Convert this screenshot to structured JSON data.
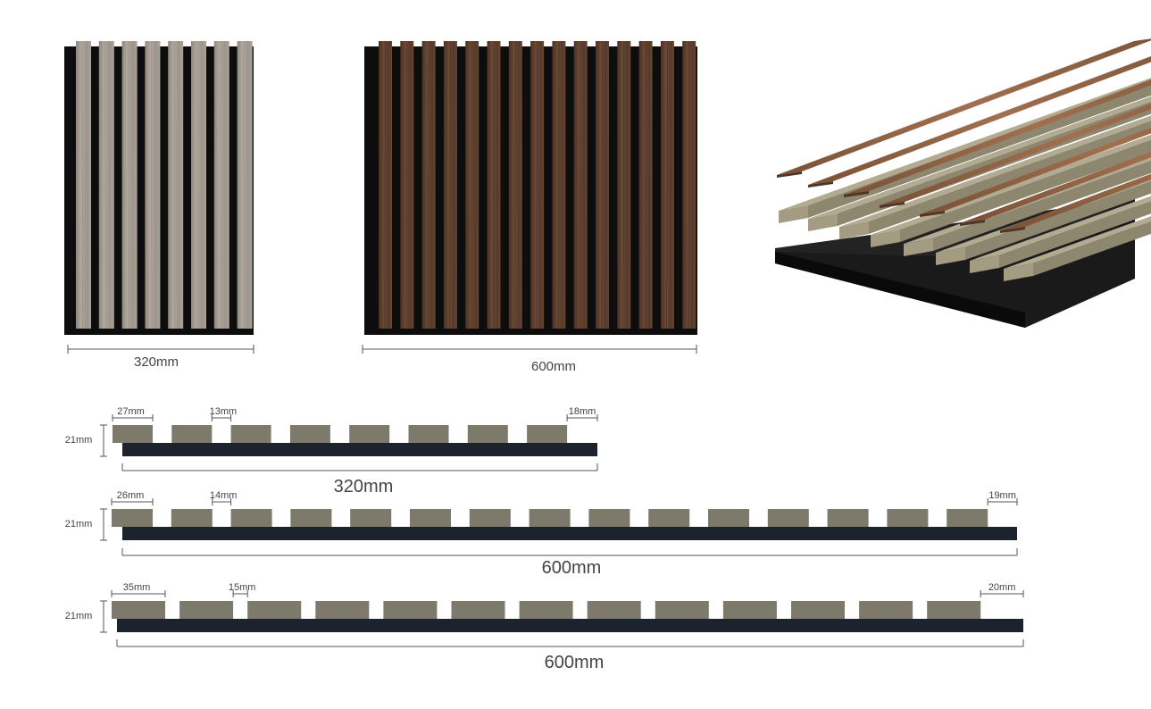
{
  "panel_grey": {
    "width_label": "320mm",
    "slat_count": 8
  },
  "panel_walnut": {
    "width_label": "600mm",
    "slat_count": 15
  },
  "profiles": [
    {
      "thickness_label": "21mm",
      "slat_width_label": "27mm",
      "gap_label": "13mm",
      "edge_label": "18mm",
      "total_label": "320mm",
      "slat_count": 8
    },
    {
      "thickness_label": "21mm",
      "slat_width_label": "26mm",
      "gap_label": "14mm",
      "edge_label": "19mm",
      "total_label": "600mm",
      "slat_count": 15
    },
    {
      "thickness_label": "21mm",
      "slat_width_label": "35mm",
      "gap_label": "15mm",
      "edge_label": "20mm",
      "total_label": "600mm",
      "slat_count": 13
    }
  ],
  "colors": {
    "grey_oak": "#a39a90",
    "walnut": "#5e4030",
    "felt": "#0d0d0d",
    "slat_profile": "#7d7a6c",
    "backer_profile": "#1c232c",
    "dimension_line": "#555555"
  }
}
